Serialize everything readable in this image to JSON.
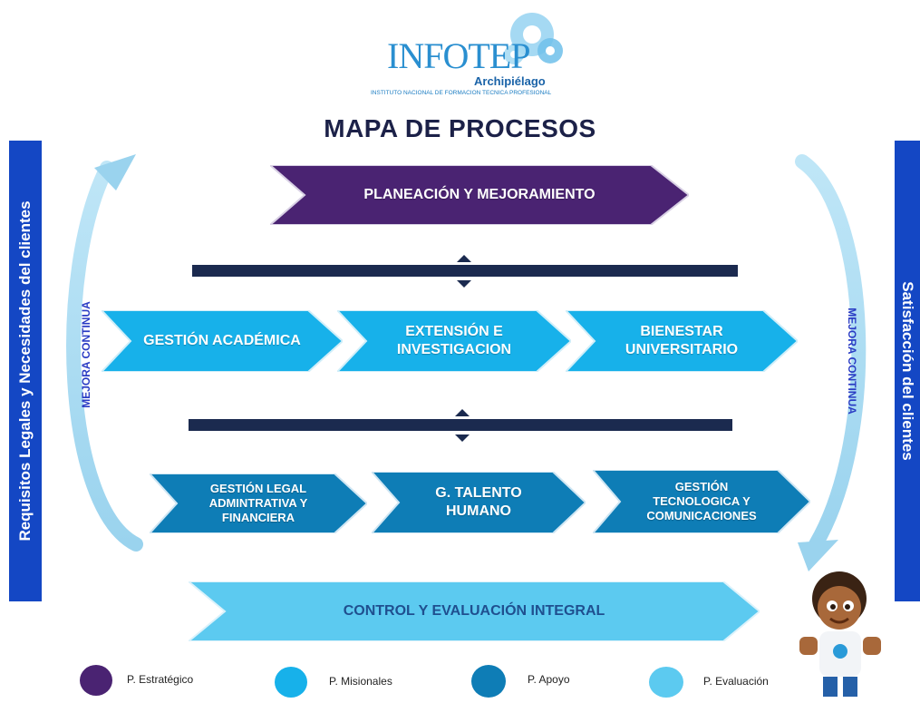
{
  "logo": {
    "name": "INFOTEP",
    "subtitle": "Archipiélago",
    "institution": "INSTITUTO NACIONAL DE FORMACION TECNICA PROFESIONAL"
  },
  "title": "MAPA DE PROCESOS",
  "left_side": "Requisitos Legales y Necesidades del clientes",
  "right_side": "Satisfacción del  clientes",
  "cycle_label_left": "MEJORA CONTINUA",
  "cycle_label_right": "MEJORA CONTINUA",
  "strategic": {
    "label": "PLANEACIÓN Y MEJORAMIENTO"
  },
  "missional": [
    {
      "label": "GESTIÓN ACADÉMICA"
    },
    {
      "label": "EXTENSIÓN E INVESTIGACION"
    },
    {
      "label": "BIENESTAR UNIVERSITARIO"
    }
  ],
  "support": [
    {
      "label": "GESTIÓN LEGAL ADMINTRATIVA Y FINANCIERA"
    },
    {
      "label": "G. TALENTO HUMANO"
    },
    {
      "label": "GESTIÓN TECNOLOGICA Y COMUNICACIONES"
    }
  ],
  "evaluation": {
    "label": "CONTROL Y EVALUACIÓN INTEGRAL"
  },
  "legend": [
    {
      "label": "P. Estratégico",
      "color": "#4a2372"
    },
    {
      "label": "P. Misionales",
      "color": "#17b1ea"
    },
    {
      "label": "P. Apoyo",
      "color": "#0e7db6"
    },
    {
      "label": "P. Evaluación",
      "color": "#5ccaf0"
    }
  ],
  "colors": {
    "strategic": "#4a2372",
    "missional": "#17b1ea",
    "support": "#0e7db6",
    "evaluation": "#5ccaf0",
    "side_bar": "#1447c4",
    "bar": "#1b2a4f"
  }
}
